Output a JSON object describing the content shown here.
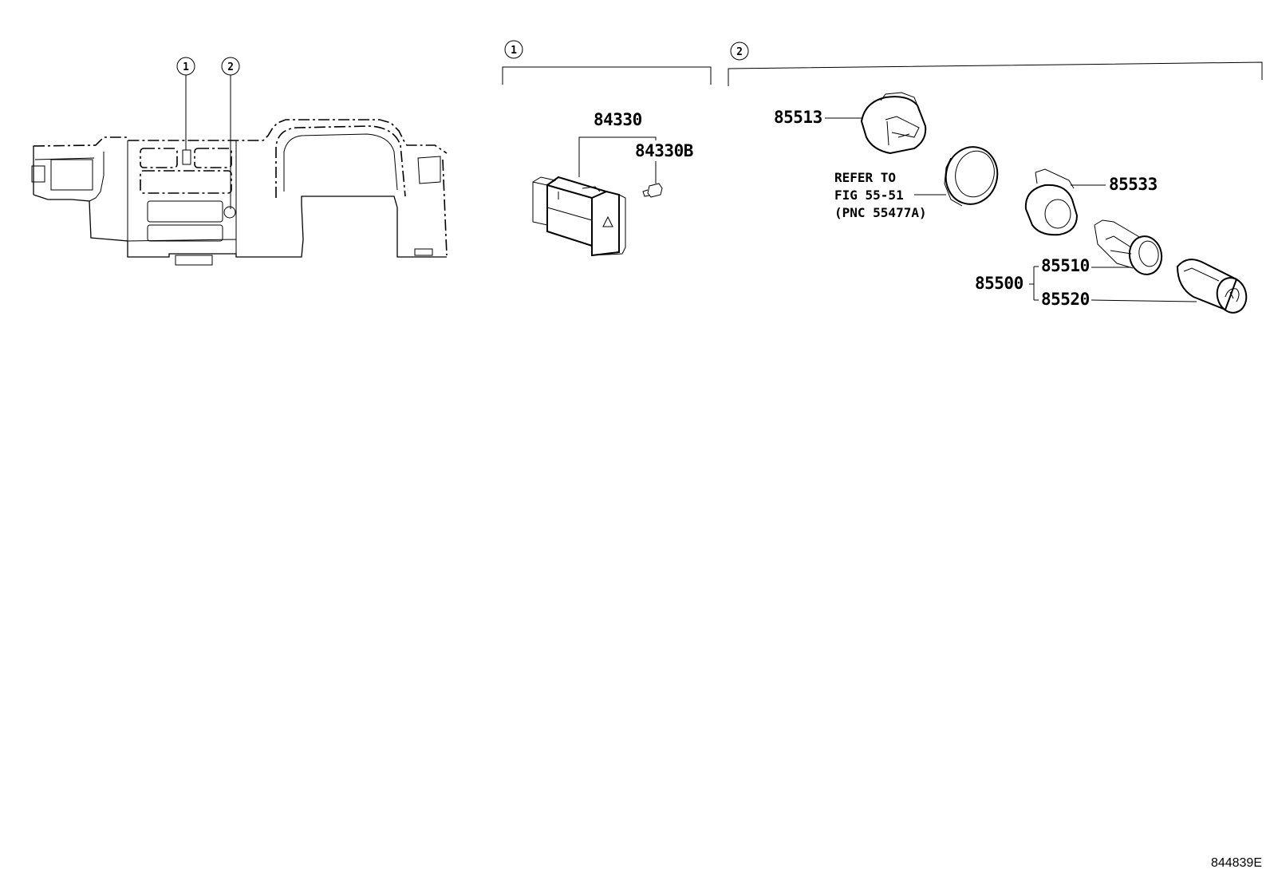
{
  "callouts": [
    {
      "number": "1"
    },
    {
      "number": "2"
    }
  ],
  "groups": [
    {
      "number": "1"
    },
    {
      "number": "2"
    }
  ],
  "parts": {
    "hazard_switch": "84330",
    "hazard_switch_bulb": "84330B",
    "lighter_holder": "85513",
    "lighter_retainer": "85533",
    "lighter_assy": "85500",
    "lighter_socket": "85510",
    "lighter_knob": "85520"
  },
  "reference_note": {
    "line1": "REFER TO",
    "line2": "FIG 55-51",
    "line3": "(PNC 55477A)"
  },
  "figure_code": "844839E",
  "icons": [
    "dashboard-illustration",
    "hazard-switch-illustration",
    "bulb-illustration",
    "lighter-holder-illustration",
    "ring-illustration",
    "retainer-illustration",
    "socket-illustration",
    "knob-illustration",
    "hazard-triangle-icon"
  ]
}
